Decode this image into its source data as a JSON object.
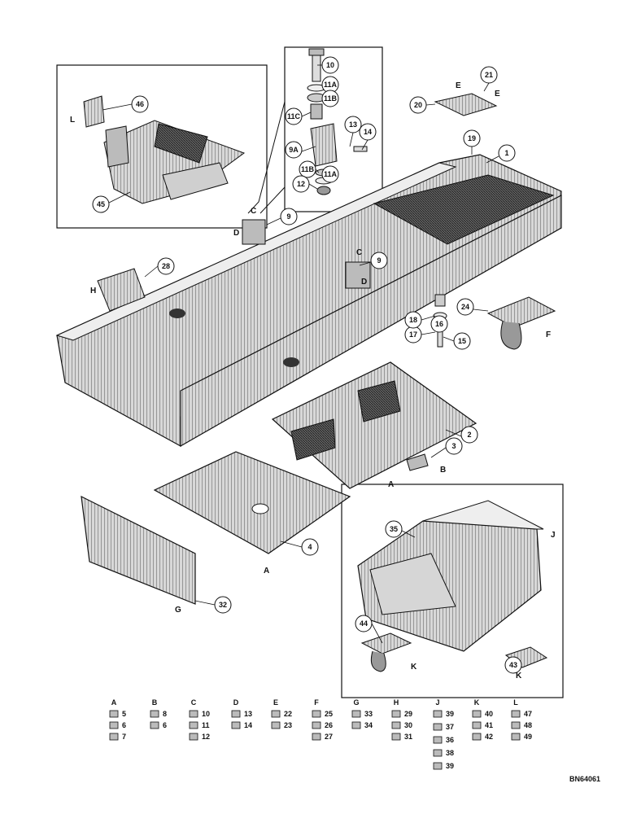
{
  "drawing_code": "BN64061",
  "part_callouts": [
    "1",
    "2",
    "3",
    "4",
    "9",
    "9",
    "9A",
    "10",
    "11A",
    "11B",
    "11C",
    "11B",
    "11A",
    "12",
    "13",
    "14",
    "15",
    "16",
    "17",
    "18",
    "19",
    "20",
    "21",
    "24",
    "28",
    "32",
    "35",
    "43",
    "44",
    "45",
    "46"
  ],
  "letter_labels": [
    "L",
    "C",
    "D",
    "C",
    "D",
    "H",
    "E",
    "E",
    "F",
    "B",
    "A",
    "A",
    "G",
    "J",
    "K",
    "K"
  ],
  "hardware_groups": [
    {
      "letter": "A",
      "items": [
        "5",
        "6",
        "7"
      ]
    },
    {
      "letter": "B",
      "items": [
        "8",
        "6"
      ]
    },
    {
      "letter": "C",
      "items": [
        "10",
        "11",
        "12"
      ]
    },
    {
      "letter": "D",
      "items": [
        "13",
        "14"
      ]
    },
    {
      "letter": "E",
      "items": [
        "22",
        "23"
      ]
    },
    {
      "letter": "F",
      "items": [
        "25",
        "26",
        "27"
      ]
    },
    {
      "letter": "G",
      "items": [
        "33",
        "34"
      ]
    },
    {
      "letter": "H",
      "items": [
        "29",
        "30",
        "31"
      ]
    },
    {
      "letter": "J",
      "items": [
        "39",
        "37",
        "36",
        "38",
        "39"
      ]
    },
    {
      "letter": "K",
      "items": [
        "40",
        "41",
        "42"
      ]
    },
    {
      "letter": "L",
      "items": [
        "47",
        "48",
        "49"
      ]
    }
  ]
}
